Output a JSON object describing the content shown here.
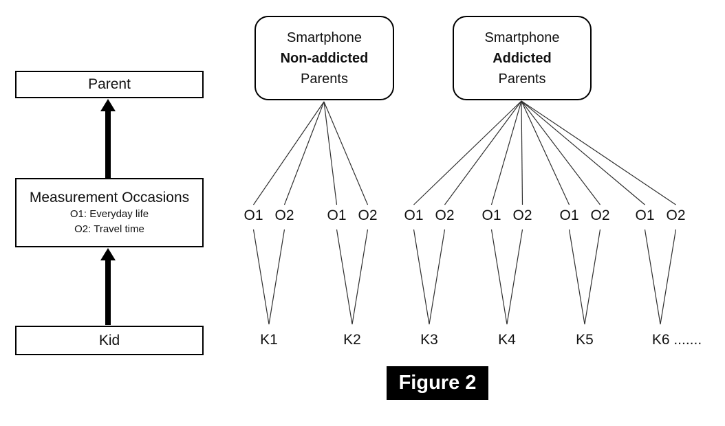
{
  "figure_caption": "Figure 2",
  "left_panel": {
    "parent_box_label": "Parent",
    "measurement_box": {
      "title": "Measurement Occasions",
      "line1": "O1: Everyday life",
      "line2": "O2: Travel time"
    },
    "kid_box_label": "Kid"
  },
  "groups": [
    {
      "line1": "Smartphone",
      "line2": "Non-addicted",
      "line3": "Parents"
    },
    {
      "line1": "Smartphone",
      "line2": "Addicted",
      "line3": "Parents"
    }
  ],
  "units": [
    {
      "group": 0,
      "occasions": [
        "O1",
        "O2"
      ],
      "kid": "K1"
    },
    {
      "group": 0,
      "occasions": [
        "O1",
        "O2"
      ],
      "kid": "K2"
    },
    {
      "group": 1,
      "occasions": [
        "O1",
        "O2"
      ],
      "kid": "K3"
    },
    {
      "group": 1,
      "occasions": [
        "O1",
        "O2"
      ],
      "kid": "K4"
    },
    {
      "group": 1,
      "occasions": [
        "O1",
        "O2"
      ],
      "kid": "K5"
    },
    {
      "group": 1,
      "occasions": [
        "O1",
        "O2"
      ],
      "kid": "K6 ......."
    }
  ],
  "colors": {
    "background": "#ffffff",
    "line": "#2f2f2f",
    "box_border": "#000000",
    "caption_bg": "#000000",
    "caption_fg": "#ffffff"
  }
}
